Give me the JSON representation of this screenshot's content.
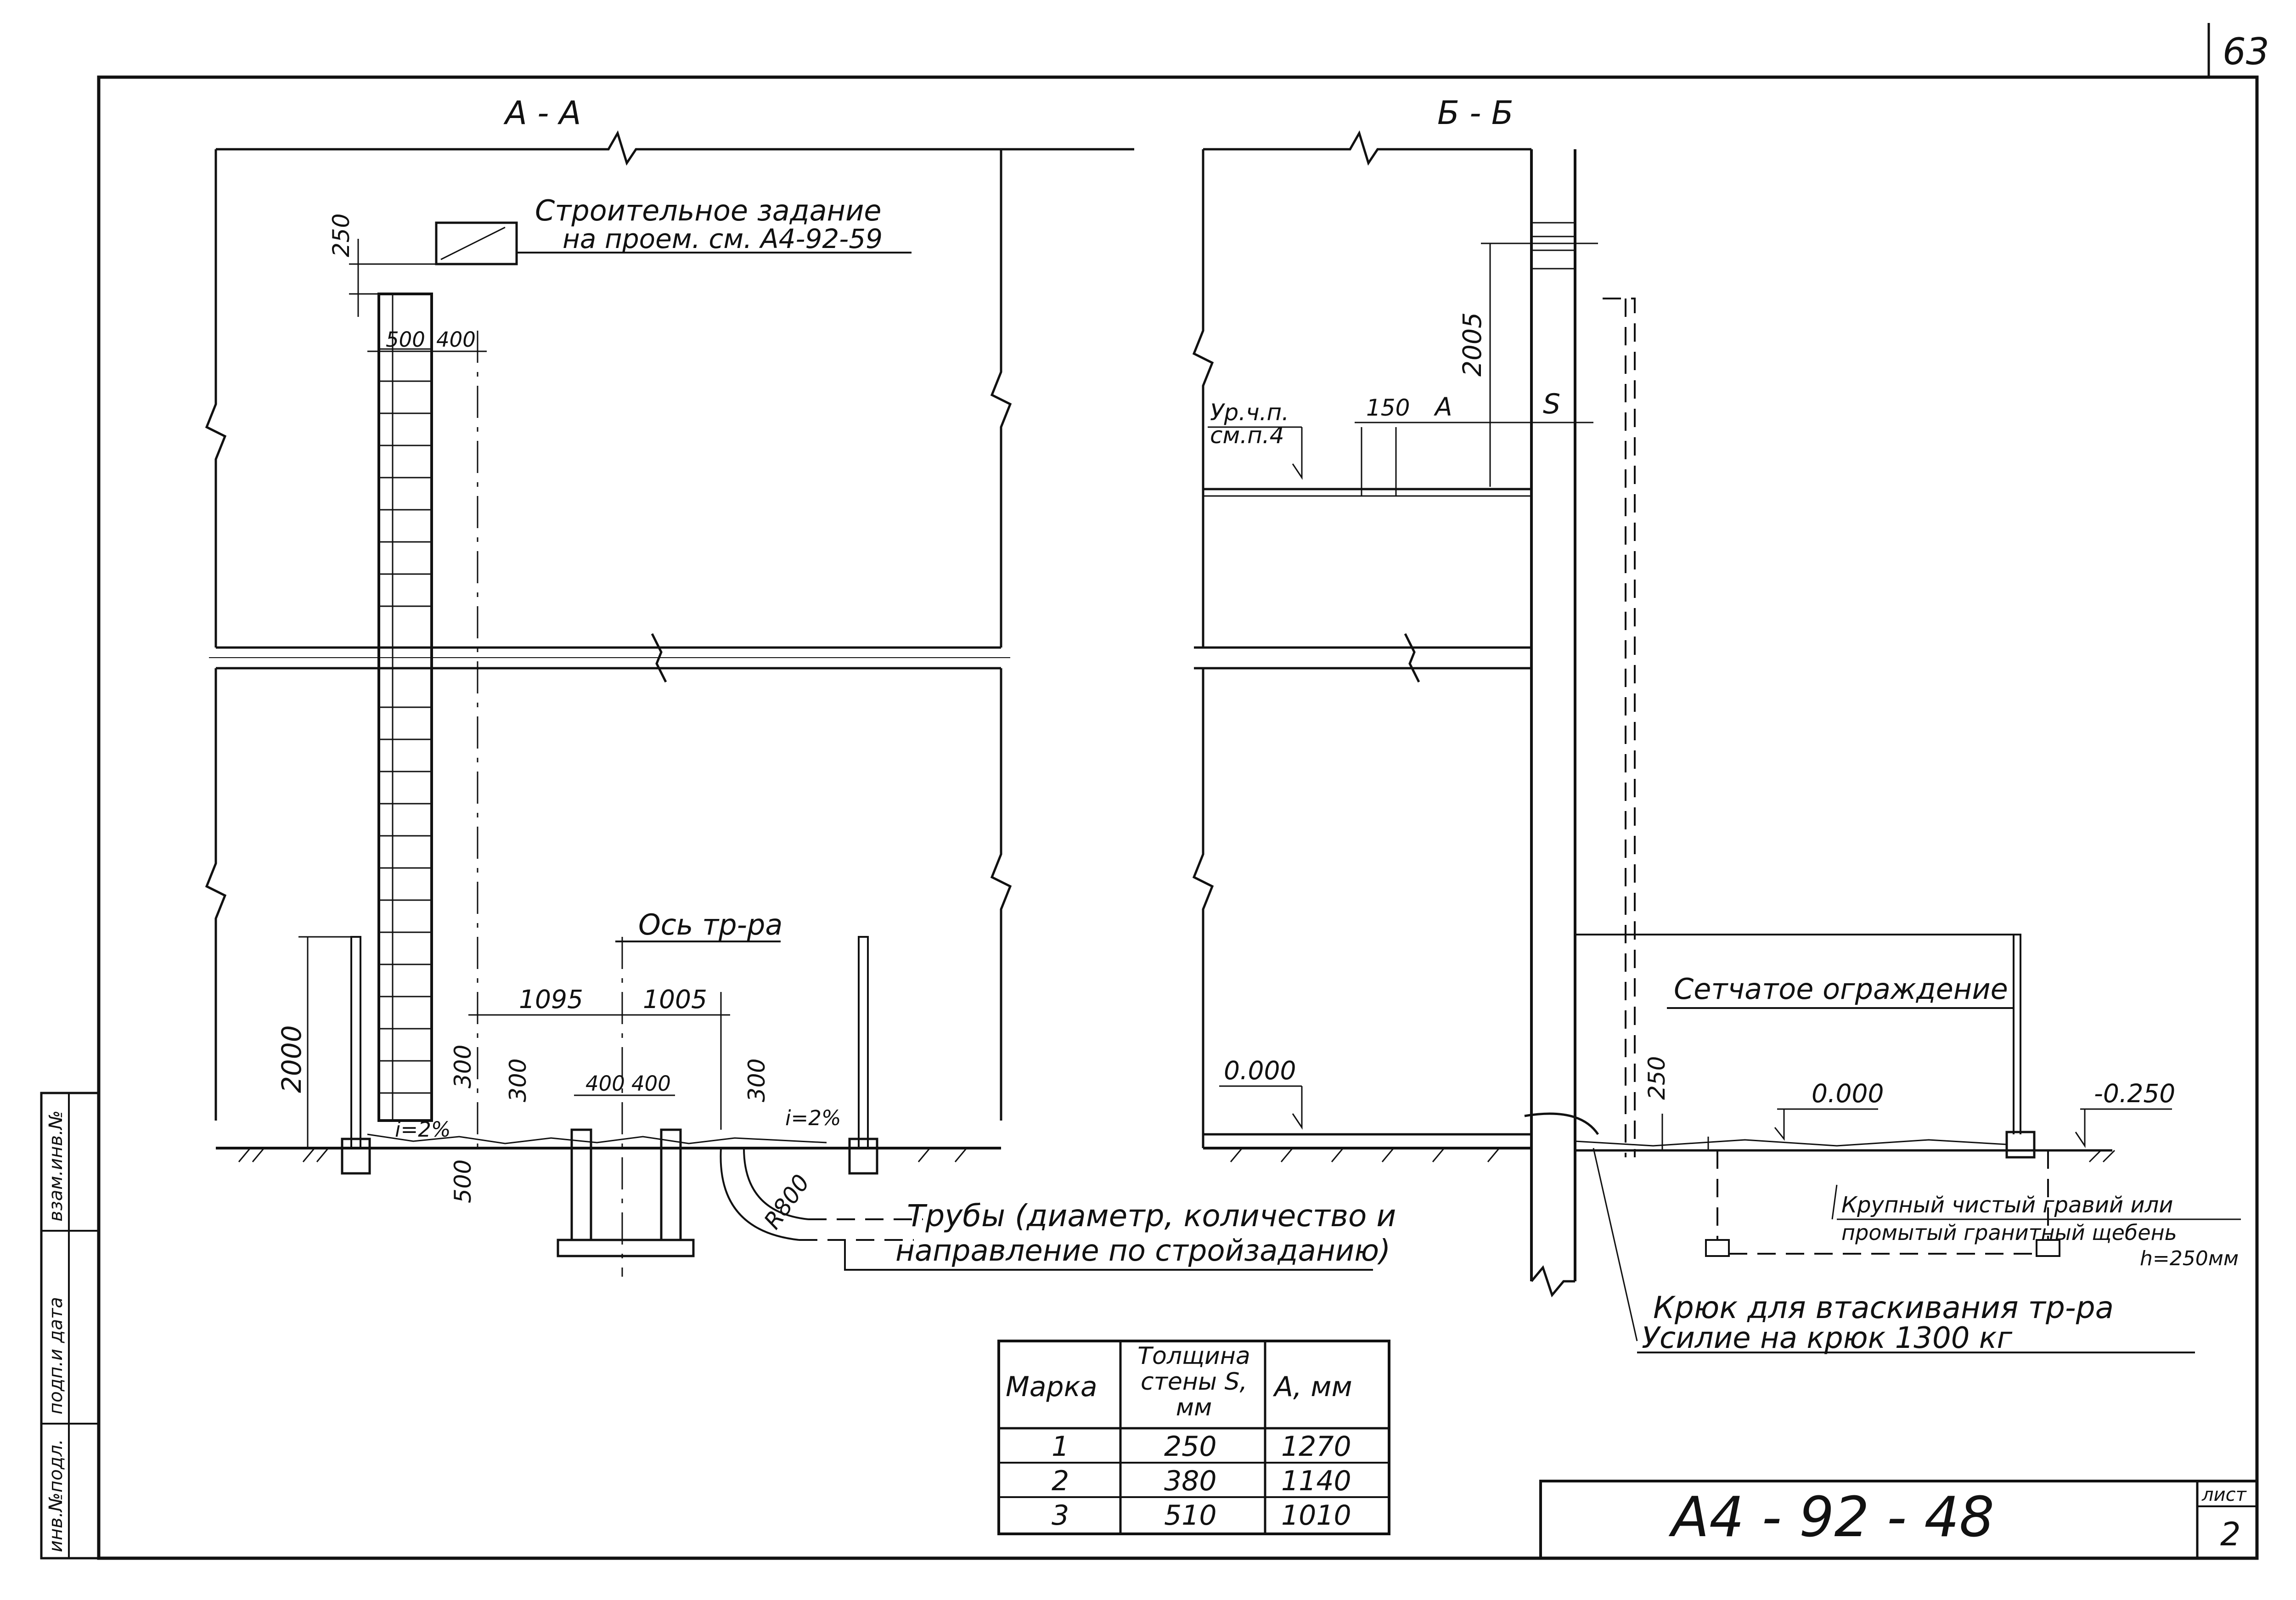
{
  "sheet": {
    "page_number": "63",
    "doc_code": "А4 - 92 - 48",
    "sheet_label": "лист",
    "sheet_number": "2"
  },
  "stamp": {
    "inv_podl": "инв.№подл.",
    "podp_data": "подп.и дата",
    "vzam_inv": "взам.инв.№"
  },
  "section_aa": {
    "title": "А - А",
    "task_note_line1": "Строительное задание",
    "task_note_line2": "на проем. см. А4-92-59",
    "dim_250_top": "250",
    "dim_500": "500",
    "dim_400": "400",
    "axis_label": "Ось тр-ра",
    "dim_1095": "1095",
    "dim_1005": "1005",
    "dim_2000": "2000",
    "dim_300_a": "300",
    "dim_300_b": "300",
    "dim_300_c": "300",
    "dim_400_a": "400",
    "dim_400_b": "400",
    "dim_500_bottom": "500",
    "slope_left": "i=2%",
    "slope_right": "i=2%",
    "radius": "R800",
    "pipes_line1": "Трубы (диаметр, количество и",
    "pipes_line2": "направление по стройзаданию)"
  },
  "section_bb": {
    "title": "Б - Б",
    "floor_level_line1": "Ур.ч.п.",
    "floor_level_line2": "см.п.4",
    "dim_150": "150",
    "dim_a": "А",
    "dim_2005": "2005",
    "dim_s": "S",
    "level_left": "0.000",
    "dim_250": "250",
    "level_mid": "0.000",
    "level_right": "-0.250",
    "fence": "Сетчатое ограждение",
    "gravel_line1": "Крупный чистый гравий или",
    "gravel_line2": "промытый гранитный щебень",
    "gravel_line3": "h=250мм",
    "hook_line1": "Крюк для втаскивания тр-ра",
    "hook_line2": "Усилие на крюк 1300 кг"
  },
  "table": {
    "headers": [
      "Марка",
      "Толщина стены S, мм",
      "А, мм"
    ],
    "rows": [
      [
        "1",
        "250",
        "1270"
      ],
      [
        "2",
        "380",
        "1140"
      ],
      [
        "3",
        "510",
        "1010"
      ]
    ]
  }
}
